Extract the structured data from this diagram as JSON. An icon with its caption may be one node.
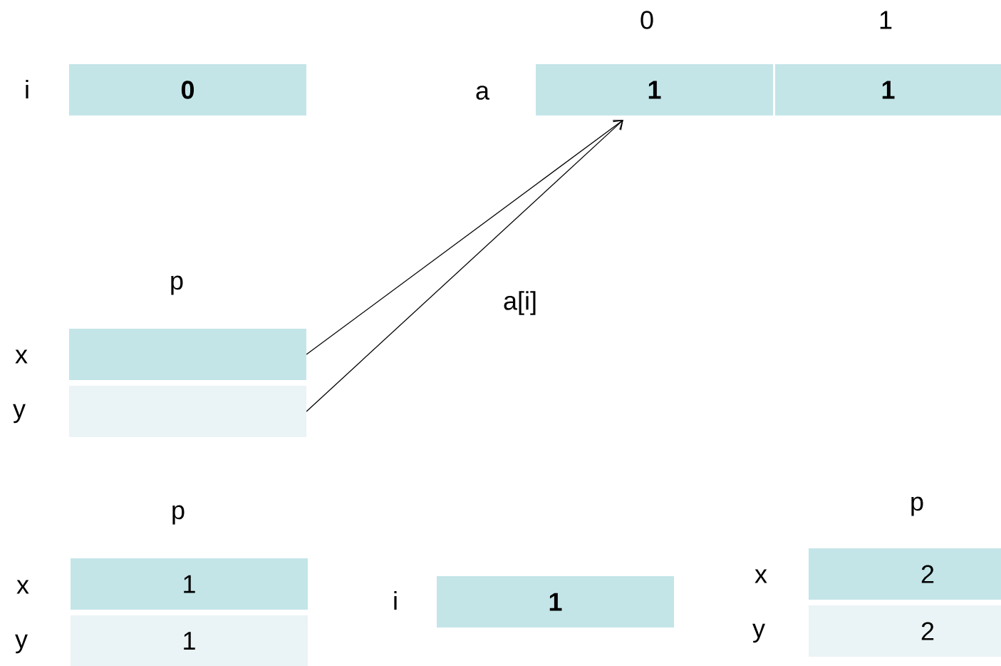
{
  "diagram": {
    "nodes": [
      {
        "text": [
          "0"
        ],
        "beside": [
          "i"
        ]
      },
      {
        "text": [
          "1"
        ],
        "beside": [
          "a",
          "0"
        ]
      },
      {
        "text": [
          "1"
        ],
        "beside": [
          "1"
        ]
      },
      {
        "text": [],
        "shape": "box",
        "beside": [
          "p",
          "x"
        ]
      },
      {
        "text": [],
        "shape": "box",
        "beside": [
          "y"
        ]
      },
      {
        "text": [
          "1"
        ],
        "beside": [
          "p",
          "x"
        ]
      },
      {
        "text": [
          "1"
        ],
        "beside": [
          "y"
        ]
      },
      {
        "text": [
          "1"
        ],
        "beside": [
          "i"
        ]
      },
      {
        "text": [
          "2"
        ],
        "beside": [
          "p",
          "x"
        ]
      },
      {
        "text": [
          "2"
        ],
        "beside": [
          "y"
        ]
      }
    ],
    "edges": [
      {
        "from": 3,
        "to": 1,
        "arrow": "to"
      },
      {
        "from": 4,
        "to": 1,
        "arrow": "to",
        "label": "a[i]"
      }
    ]
  }
}
